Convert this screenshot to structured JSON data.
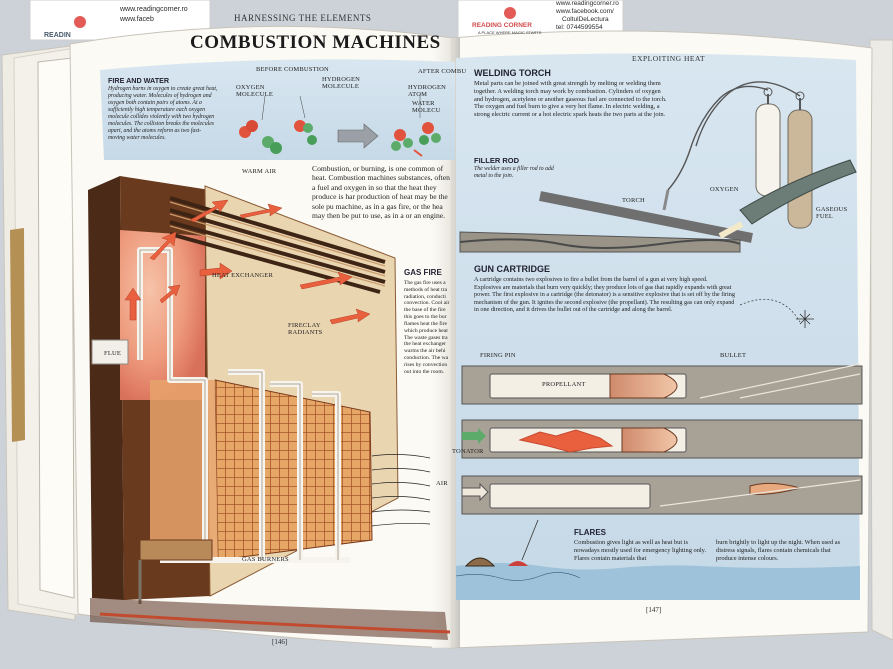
{
  "bookmarks": {
    "left": {
      "website": "www.readingcorner.ro",
      "facebook": "www.faceb",
      "brand": "READIN"
    },
    "right": {
      "website": "www.readingcorner.ro",
      "facebook": "www.facebook.com/",
      "handle": "ColtulDeLectura",
      "phone": "tel: 0744599554",
      "brand": "READING CORNER",
      "tagline": "A PLACE WHERE MAGIC STARTS"
    }
  },
  "left_page": {
    "running_head": "Harnessing the Elements",
    "title": "Combustion Machines",
    "page_number": "[146]",
    "fire_and_water": {
      "heading": "Fire and Water",
      "text": "Hydrogen burns in oxygen to create great heat, producing water. Molecules of hydrogen and oxygen both contain pairs of atoms. At a sufficiently high temperature each oxygen molecule collides violently with two hydrogen molecules. The collision breaks the molecules apart, and the atoms reform as two fast-moving water molecules."
    },
    "before_label": "Before Combustion",
    "after_label": "After Combu",
    "oxygen_molecule": "Oxygen Molecule",
    "hydrogen_molecule": "Hydrogen Molecule",
    "hydrogen_atom": "Hydrogen Atom",
    "water_molecule": "Water Molecu",
    "intro": "Combustion, or burning, is one common of heat. Combustion machines substances, often a fuel and oxygen in so that the heat they produce is har production of heat may be the sole pu machine, as in a gas fire, or the hea may then be put to use, as in a or an engine.",
    "gas_fire": {
      "heading": "Gas Fire",
      "text": "The gas fire uses a methods of heat tra radiation, conducti convection. Cool air the base of the fire this goes to the bur flames heat the fire which produce heat The waste gases tra the heat exchanger warms the air behi conduction. The wa rises by convection out into the room."
    },
    "labels": {
      "warm_air": "Warm Air",
      "heat_exchanger": "Heat Exchanger",
      "fireclay_radiants": "Fireclay Radiants",
      "flue": "Flue",
      "gas_burners": "Gas Burners",
      "cool_air": "Air"
    }
  },
  "right_page": {
    "running_head": "Exploiting Heat",
    "page_number": "[147]",
    "welding_torch": {
      "heading": "Welding Torch",
      "text": "Metal parts can be joined with great strength by melting or welding them together. A welding torch may work by combustion. Cylinders of oxygen and hydrogen, acetylene or another gaseous fuel are connected to the torch. The oxygen and fuel burn to give a very hot flame. In electric welding, a strong electric current or a hot electric spark heats the two parts at the join."
    },
    "filler_rod": {
      "heading": "Filler Rod",
      "text": "The welder uses a filler rod to add metal to the join."
    },
    "torch_labels": {
      "torch": "Torch",
      "oxygen": "Oxygen",
      "gaseous_fuel": "Gaseous Fuel"
    },
    "gun_cartridge": {
      "heading": "Gun Cartridge",
      "text": "A cartridge contains two explosives to fire a bullet from the barrel of a gun at very high speed. Explosives are materials that burn very quickly; they produce lots of gas that rapidly expands with great power. The first explosive in a cartridge (the detonator) is a sensitive explosive that is set off by the firing mechanism of the gun. It ignites the second explosive (the propellant). The resulting gas can only expand in one direction, and it drives the bullet out of the cartridge and along the barrel."
    },
    "cartridge_labels": {
      "firing_pin": "Firing Pin",
      "bullet": "Bullet",
      "propellant": "Propellant",
      "detonator": "tonator"
    },
    "flares": {
      "heading": "Flares",
      "col1": "Combustion gives light as well as heat but is nowadays mostly used for emergency lighting only. Flares contain materials that",
      "col2": "burn brightly to light up the night. When used as distress signals, flares contain chemicals that produce intense colours."
    }
  },
  "colors": {
    "background": "#cfd3d8",
    "page": "#f7f5ef",
    "blue_panel": "#cfe0ec",
    "flame": "#e8603e",
    "wood": "#6b3b1e",
    "fire_glow": "#f2b8a0"
  }
}
